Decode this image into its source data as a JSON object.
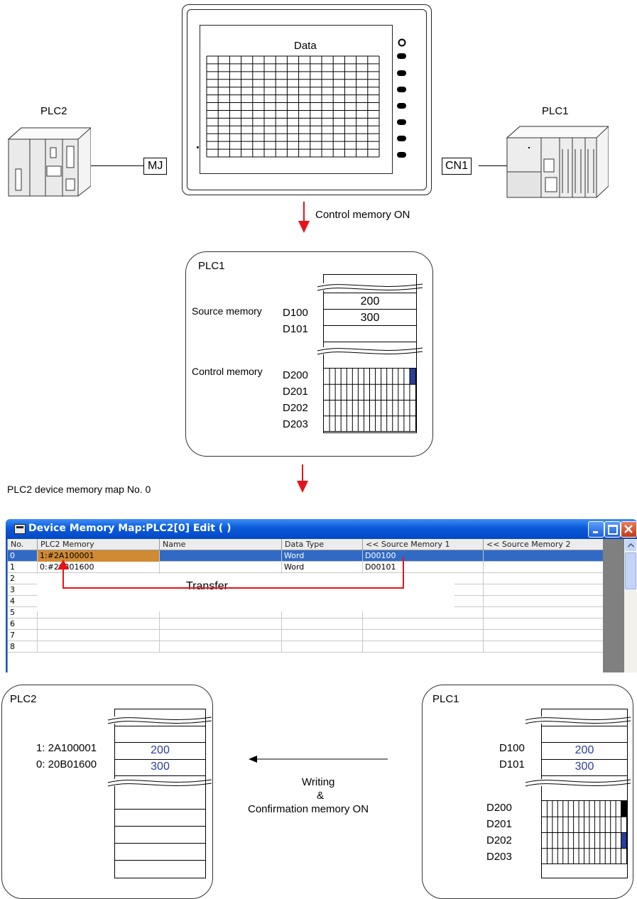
{
  "top": {
    "plc2_title": "PLC2",
    "plc1_title": "PLC1",
    "mj_label": "MJ",
    "cn1_label": "CN1",
    "screen_label": "Data",
    "control_on_label": "Control memory ON"
  },
  "plc1_box": {
    "title": "PLC1",
    "source_label": "Source memory",
    "control_label": "Control memory",
    "source_rows": [
      {
        "addr": "D100",
        "value": "200"
      },
      {
        "addr": "D101",
        "value": "300"
      }
    ],
    "control_rows": [
      "D200",
      "D201",
      "D202",
      "D203"
    ]
  },
  "map_caption": "PLC2 device memory map No. 0",
  "window": {
    "title": "Device Memory Map:PLC2[0] Edit (          )",
    "columns": [
      "No.",
      "PLC2 Memory",
      "Name",
      "Data Type",
      "<< Source Memory 1",
      "<< Source Memory 2"
    ],
    "rows": [
      {
        "no": "0",
        "plc2_memory": "1:#2A100001",
        "name": "",
        "data_type": "Word",
        "source1": "D00100",
        "source2": ""
      },
      {
        "no": "1",
        "plc2_memory": "0:#20B01600",
        "name": "",
        "data_type": "Word",
        "source1": "D00101",
        "source2": ""
      },
      {
        "no": "2"
      },
      {
        "no": "3"
      },
      {
        "no": "4"
      },
      {
        "no": "5"
      },
      {
        "no": "6"
      },
      {
        "no": "7"
      },
      {
        "no": "8"
      }
    ],
    "transfer_label": "Transfer"
  },
  "bottom": {
    "plc2_title": "PLC2",
    "plc1_title": "PLC1",
    "plc2_rows": [
      {
        "addr": "1: 2A100001",
        "value": "200"
      },
      {
        "addr": "0: 20B01600",
        "value": "300"
      }
    ],
    "plc1_rows": [
      {
        "addr": "D100",
        "value": "200"
      },
      {
        "addr": "D101",
        "value": "300"
      }
    ],
    "plc1_control_rows": [
      "D200",
      "D201",
      "D202",
      "D203"
    ],
    "writing_label": "Writing",
    "amp_label": "&",
    "confirmation_label": "Confirmation memory ON"
  },
  "colors": {
    "arrow_red": "#e8121a",
    "value_blue": "#2b3d9e",
    "bit_blue": "#2a3c9c",
    "selected_row": "#316ac5",
    "selected_cell": "#d08a33"
  }
}
